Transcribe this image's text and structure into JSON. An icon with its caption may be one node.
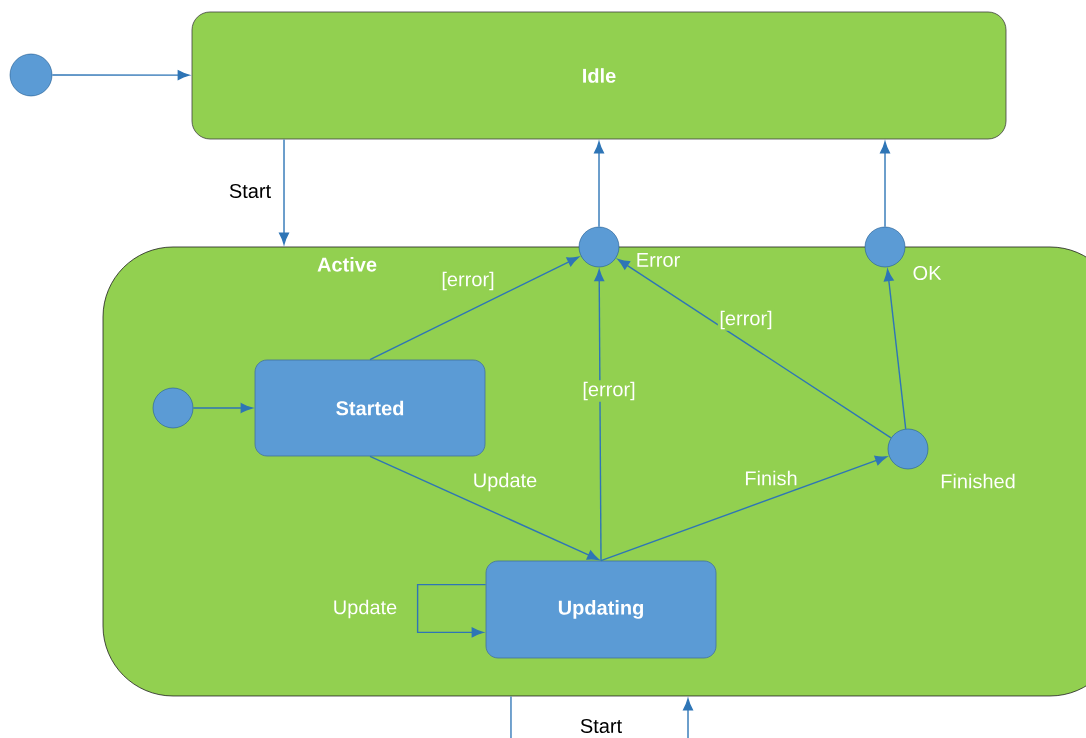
{
  "diagram": {
    "nodes": [
      {
        "text": [],
        "shape": "circle"
      },
      {
        "text": [
          "Idle"
        ]
      },
      {
        "text": [
          "Active"
        ]
      },
      {
        "text": [],
        "shape": "circle",
        "beside": [
          "Error"
        ]
      },
      {
        "text": [],
        "shape": "circle",
        "beside": [
          "OK"
        ]
      },
      {
        "text": [],
        "shape": "circle",
        "in": 2
      },
      {
        "text": [
          "Started"
        ],
        "in": 2
      },
      {
        "text": [],
        "shape": "circle",
        "in": 2,
        "beside": [
          "Finished"
        ]
      },
      {
        "text": [
          "Updating"
        ],
        "in": 2
      }
    ],
    "edges": [
      {
        "from": 0,
        "to": 1,
        "arrow": "to"
      },
      {
        "from": 1,
        "to": 2,
        "arrow": "to",
        "label": "Start"
      },
      {
        "from": 3,
        "to": 1,
        "arrow": "to"
      },
      {
        "from": 4,
        "to": 1,
        "arrow": "to"
      },
      {
        "from": 5,
        "to": 6,
        "arrow": "to"
      },
      {
        "from": 6,
        "to": 3,
        "arrow": "to",
        "label": "[error]"
      },
      {
        "from": 6,
        "to": 8,
        "arrow": "to",
        "label": "Update"
      },
      {
        "from": 8,
        "to": 3,
        "arrow": "to",
        "label": "[error]"
      },
      {
        "from": 8,
        "to": 7,
        "arrow": "to",
        "label": "Finish"
      },
      {
        "from": 7,
        "to": 3,
        "arrow": "to",
        "label": "[error]"
      },
      {
        "from": 7,
        "to": 4,
        "arrow": "to"
      },
      {
        "from": 8,
        "to": 8,
        "arrow": "to",
        "label": "Update"
      },
      {
        "from": 2,
        "to": null,
        "arrow": "none"
      },
      {
        "from": null,
        "to": 2,
        "arrow": "to",
        "label": "Start"
      }
    ]
  }
}
